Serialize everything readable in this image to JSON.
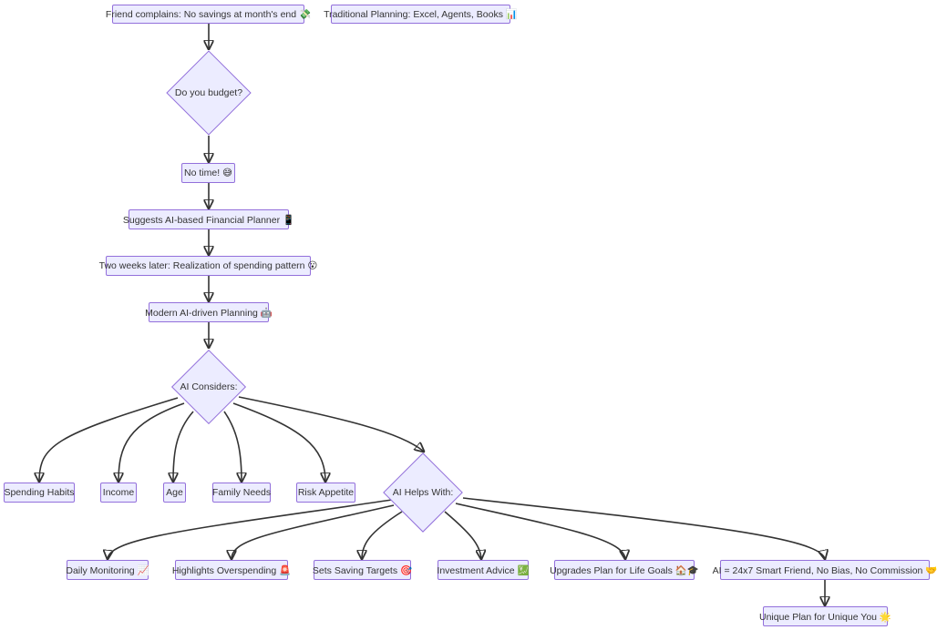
{
  "nodes": {
    "complaint": "Friend complains: No savings at month's end 💸",
    "traditional": "Traditional Planning: Excel, Agents, Books 📊",
    "budget_q": "Do you budget?",
    "no_time": "No time! 😅",
    "suggests": "Suggests AI-based Financial Planner 📱",
    "two_weeks": "Two weeks later: Realization of spending pattern 😮",
    "modern": "Modern AI-driven Planning 🤖",
    "considers": "AI Considers:",
    "spending": "Spending Habits",
    "income": "Income",
    "age": "Age",
    "family": "Family Needs",
    "risk": "Risk Appetite",
    "helps": "AI Helps With:",
    "daily": "Daily Monitoring 📈",
    "overspending": "Highlights Overspending 🚨",
    "saving": "Sets Saving Targets 🎯",
    "investment": "Investment Advice 💹",
    "upgrades": "Upgrades Plan for Life Goals 🏠🎓",
    "smart_friend": "AI = 24x7 Smart Friend, No Bias, No Commission 🤝",
    "unique": "Unique Plan for Unique You 🌟"
  }
}
